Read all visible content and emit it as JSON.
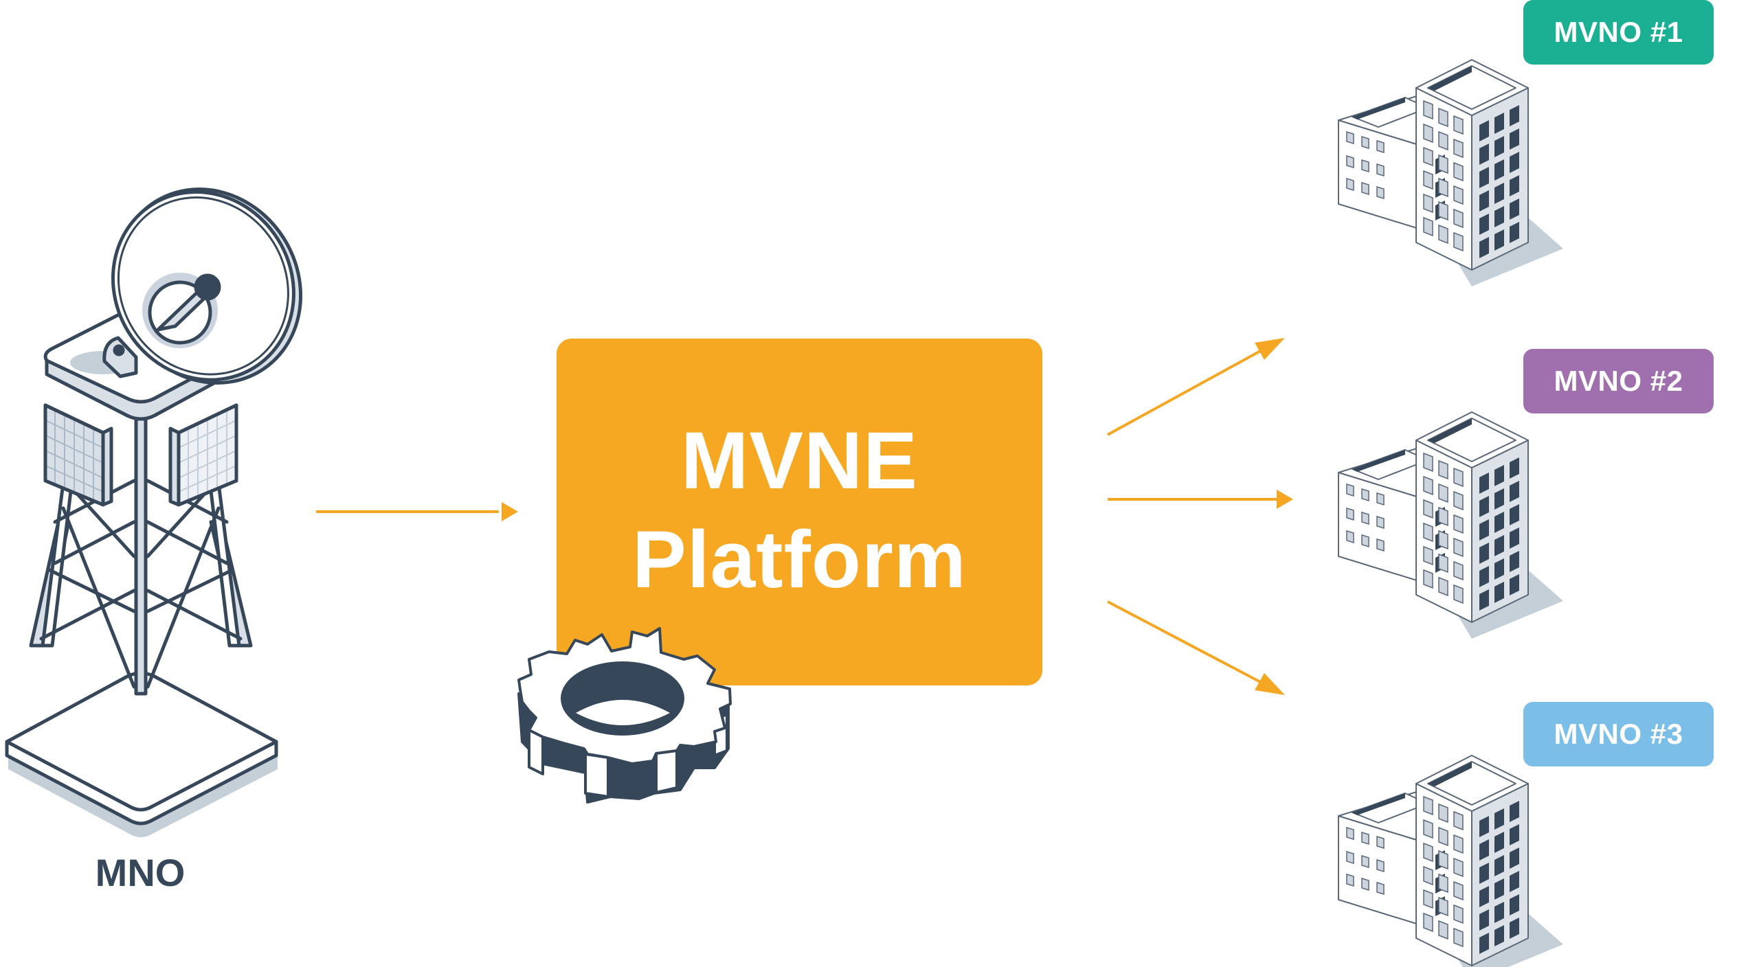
{
  "diagram": {
    "source": {
      "label": "MNO",
      "icon": "radio-tower-with-satellite-dish-icon"
    },
    "platform": {
      "line1": "MVNE",
      "line2": "Platform",
      "icon": "gear-icon",
      "color": "#F7A823"
    },
    "targets": [
      {
        "label": "MVNO #1",
        "color": "#1BAF93",
        "icon": "office-buildings-icon"
      },
      {
        "label": "MVNO #2",
        "color": "#A070AE",
        "icon": "office-buildings-icon"
      },
      {
        "label": "MVNO #3",
        "color": "#7BBFE9",
        "icon": "office-buildings-icon"
      }
    ],
    "connections": [
      {
        "from": "MNO",
        "to": "MVNE Platform"
      },
      {
        "from": "MVNE Platform",
        "to": "MVNO #1"
      },
      {
        "from": "MVNE Platform",
        "to": "MVNO #2"
      },
      {
        "from": "MVNE Platform",
        "to": "MVNO #3"
      }
    ],
    "colors": {
      "arrow": "#F5A623",
      "outline": "#36475A",
      "light_fill": "#D9DFE7",
      "shadow": "#C5CFD8"
    }
  }
}
